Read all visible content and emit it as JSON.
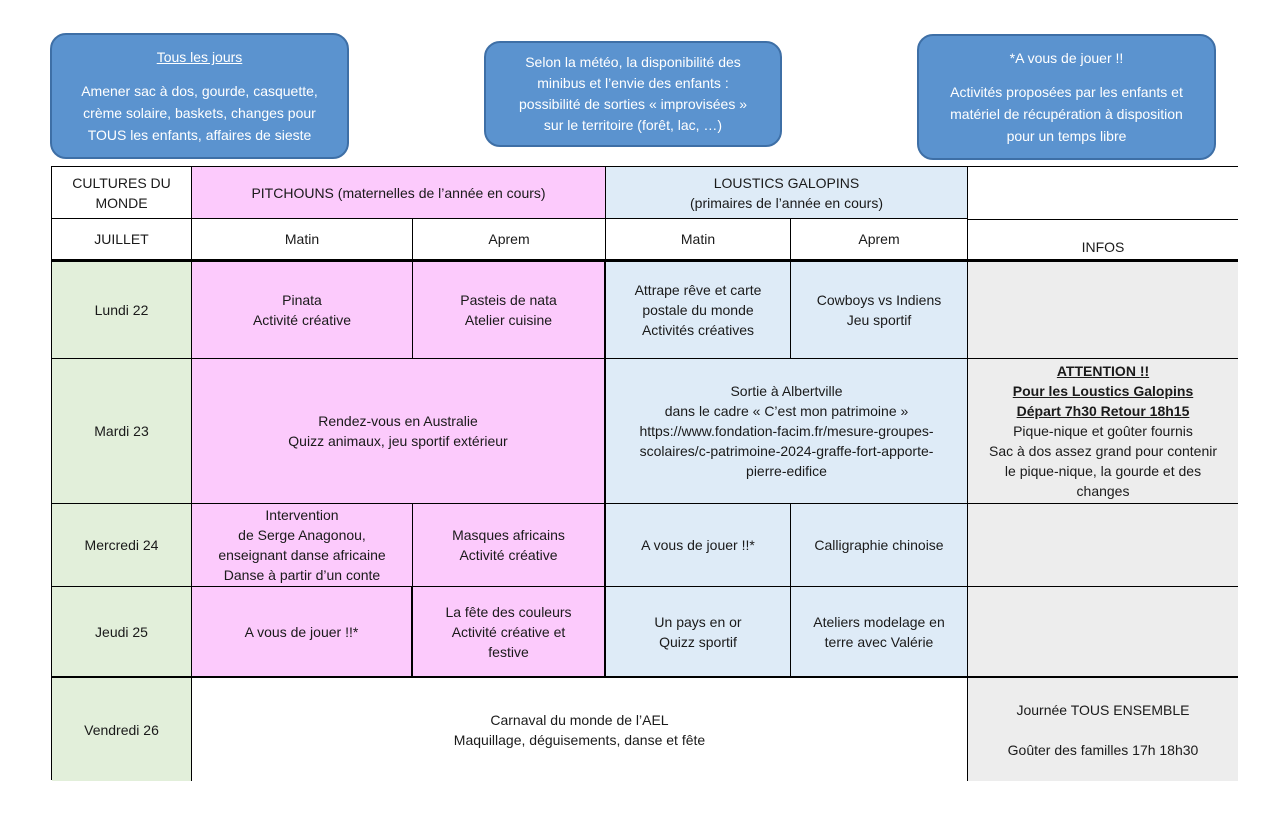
{
  "notes": {
    "left": {
      "title": "Tous les jours",
      "lines": [
        "Amener sac à dos, gourde, casquette,",
        "crème solaire, baskets, changes pour",
        "TOUS les enfants, affaires de sieste"
      ]
    },
    "center": {
      "lines": [
        "Selon la météo, la disponibilité des",
        "minibus et l’envie des enfants :",
        "possibilité de sorties « improvisées »",
        "sur le territoire (forêt, lac, …)"
      ]
    },
    "right": {
      "title": "*A vous de jouer !!",
      "lines": [
        "Activités proposées par les enfants et",
        "matériel de récupération à disposition",
        "pour un temps libre"
      ]
    }
  },
  "table": {
    "theme": [
      "CULTURES DU",
      "MONDE"
    ],
    "pitchouns": "PITCHOUNS (maternelles de l’année en cours)",
    "loustics": [
      "LOUSTICS GALOPINS",
      "(primaires de l’année en cours)"
    ],
    "month": "JUILLET",
    "matin": "Matin",
    "aprem": "Aprem",
    "infos": "INFOS",
    "rows": {
      "lundi": {
        "day": "Lundi 22",
        "p_matin": [
          "Pinata",
          "Activité créative"
        ],
        "p_aprem": [
          "Pasteis de nata",
          "Atelier cuisine"
        ],
        "l_matin": [
          "Attrape rêve et carte",
          "postale du monde",
          "Activités créatives"
        ],
        "l_aprem": [
          "Cowboys vs Indiens",
          "Jeu sportif"
        ]
      },
      "mardi": {
        "day": "Mardi 23",
        "p_all": [
          "Rendez-vous en Australie",
          "Quizz animaux, jeu sportif extérieur"
        ],
        "l_all": [
          "Sortie à Albertville",
          "dans le cadre « C’est mon patrimoine »",
          "https://www.fondation-facim.fr/mesure-groupes-",
          "scolaires/c-patrimoine-2024-graffe-fort-apporte-",
          "pierre-edifice"
        ],
        "info_bold": [
          "ATTENTION !!",
          "Pour les Loustics Galopins",
          "Départ 7h30 Retour 18h15"
        ],
        "info": [
          "Pique-nique et goûter fournis",
          "Sac à dos assez grand pour contenir",
          "le pique-nique, la gourde et des",
          "changes"
        ]
      },
      "mercredi": {
        "day": "Mercredi 24",
        "p_matin": [
          "Intervention",
          "de Serge Anagonou,",
          "enseignant danse africaine",
          "Danse à partir d’un conte"
        ],
        "p_aprem": [
          "Masques africains",
          "Activité créative"
        ],
        "l_matin": [
          "A vous de jouer !!*"
        ],
        "l_aprem": [
          "Calligraphie chinoise"
        ]
      },
      "jeudi": {
        "day": "Jeudi 25",
        "p_matin": [
          "A vous de jouer !!*"
        ],
        "p_aprem": [
          "La fête des couleurs",
          "Activité créative et",
          "festive"
        ],
        "l_matin": [
          "Un pays en or",
          "Quizz sportif"
        ],
        "l_aprem": [
          "Ateliers modelage en",
          "terre avec Valérie"
        ]
      },
      "vendredi": {
        "day": "Vendredi 26",
        "all": [
          "Carnaval du monde de l’AEL",
          "Maquillage, déguisements, danse et fête"
        ],
        "info": [
          "Journée TOUS ENSEMBLE",
          "Goûter des familles 17h 18h30"
        ]
      }
    }
  }
}
